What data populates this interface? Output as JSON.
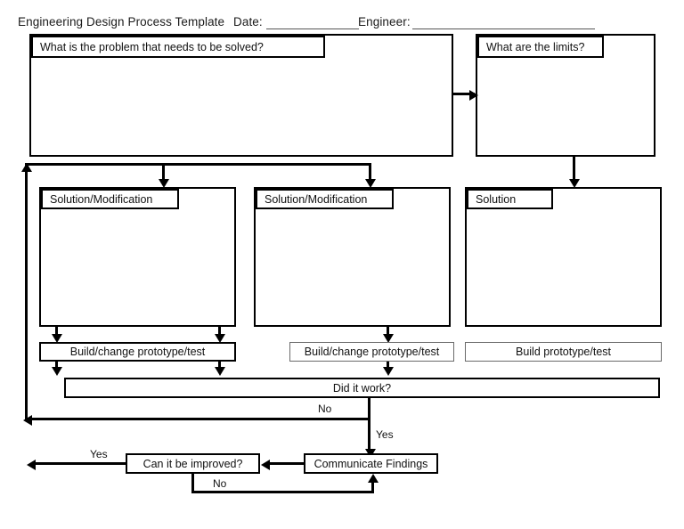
{
  "header": {
    "title": "Engineering Design Process Template",
    "date_label": "Date:",
    "date_value": "",
    "engineer_label": "Engineer:",
    "engineer_value": ""
  },
  "boxes": {
    "problem": {
      "label": "What is the problem that needs to be solved?",
      "value": ""
    },
    "limits": {
      "label": "What are the limits?",
      "value": ""
    },
    "solution_mod_1": {
      "label": "Solution/Modification",
      "value": ""
    },
    "solution_mod_2": {
      "label": "Solution/Modification",
      "value": ""
    },
    "solution_3": {
      "label": "Solution",
      "value": ""
    },
    "build_1": {
      "label": "Build/change  prototype/test"
    },
    "build_2": {
      "label": "Build/change  prototype/test"
    },
    "build_3": {
      "label": "Build prototype/test"
    },
    "did_it_work": {
      "label": "Did it work?"
    },
    "can_improve": {
      "label": "Can it be improved?"
    },
    "communicate": {
      "label": "Communicate Findings"
    }
  },
  "edge_labels": {
    "work_no": "No",
    "work_yes": "Yes",
    "improve_yes": "Yes",
    "improve_no": "No"
  },
  "colors": {
    "ink": "#000000",
    "paper": "#ffffff",
    "thin_border": "#5a5a5a"
  }
}
